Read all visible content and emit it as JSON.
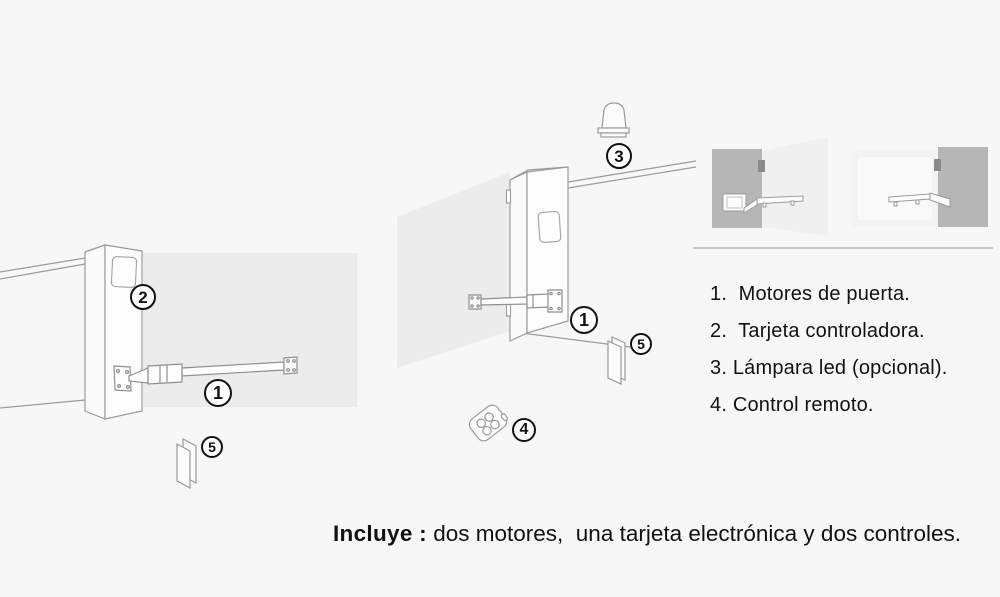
{
  "markers": [
    {
      "id": "controller-left",
      "label": "2"
    },
    {
      "id": "motor-left",
      "label": "1"
    },
    {
      "id": "card-left",
      "label": "5"
    },
    {
      "id": "lamp",
      "label": "3"
    },
    {
      "id": "motor-middle",
      "label": "1"
    },
    {
      "id": "card-middle",
      "label": "5"
    },
    {
      "id": "remote",
      "label": "4"
    }
  ],
  "parts_list": {
    "items": [
      {
        "text": "1.  Motores de puerta."
      },
      {
        "text": "2.  Tarjeta controladora."
      },
      {
        "text": "3. Lámpara led (opcional)."
      },
      {
        "text": "4. Control remoto."
      }
    ]
  },
  "caption": {
    "bold": "Incluye :",
    "text": " dos motores,  una tarjeta electrónica y dos controles."
  },
  "colors": {
    "background": "#f7f7f7",
    "line_gray": "#9b9b9b",
    "gate_panel_gray": "#ececec",
    "inset_post_gray": "#b6b6b6",
    "divider_gray": "#cbcbcb",
    "text": "#111111"
  }
}
